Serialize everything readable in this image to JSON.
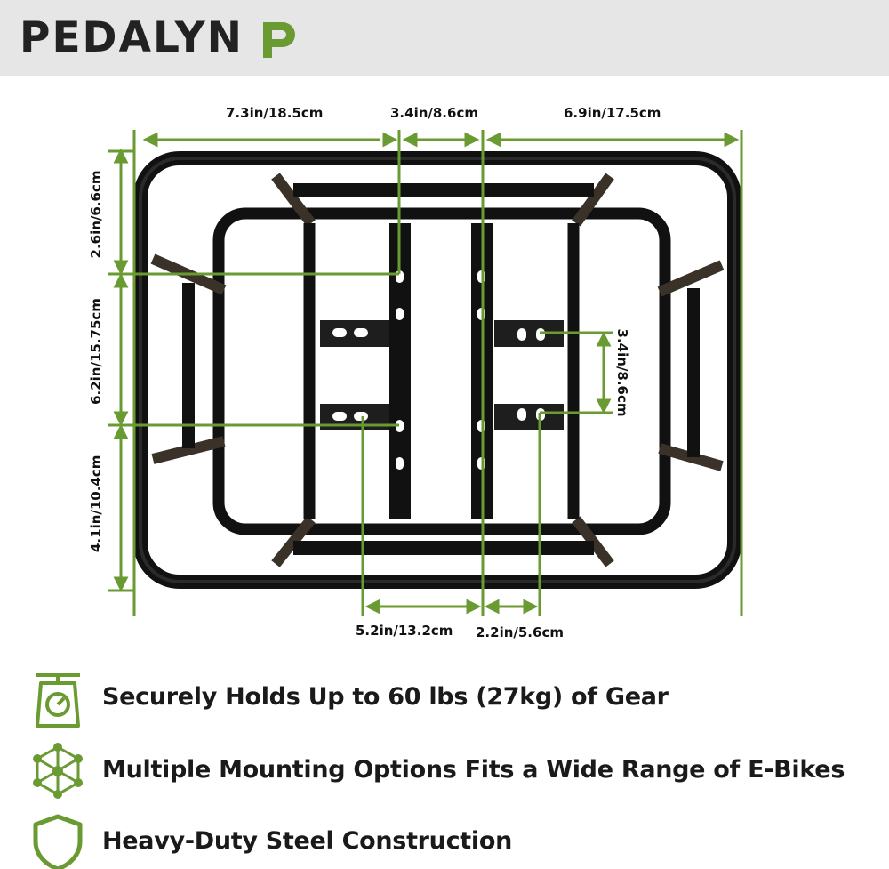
{
  "brand": {
    "name": "PEDALYN",
    "mark_letter": "P",
    "accent": "#6a9a32"
  },
  "dimensions": {
    "top_left": "7.3in/18.5cm",
    "top_middle": "3.4in/8.6cm",
    "top_right": "6.9in/17.5cm",
    "left_top": "2.6in/6.6cm",
    "left_middle": "6.2in/15.75cm",
    "left_bottom": "4.1in/10.4cm",
    "right_slot": "3.4in/8.6cm",
    "bottom_left": "5.2in/13.2cm",
    "bottom_right": "2.2in/5.6cm"
  },
  "features": [
    {
      "icon": "scale-icon",
      "text": "Securely Holds Up to 60 lbs (27kg) of Gear"
    },
    {
      "icon": "network-icon",
      "text": "Multiple Mounting Options Fits a Wide Range of E-Bikes"
    },
    {
      "icon": "shield-icon",
      "text": "Heavy-Duty Steel Construction"
    }
  ]
}
